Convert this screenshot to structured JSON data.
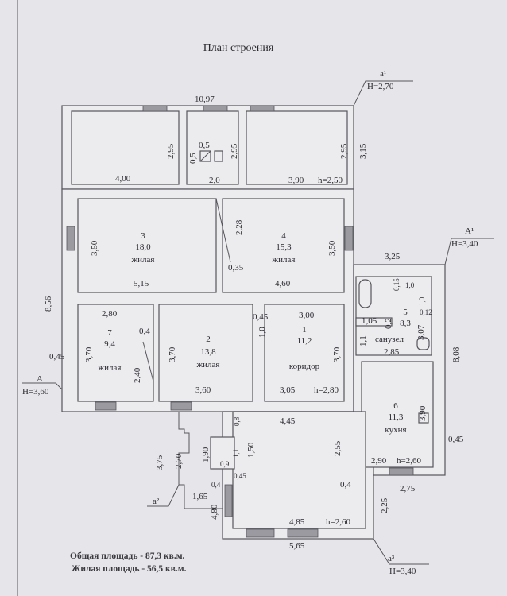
{
  "title": "План строения",
  "rooms": [
    {
      "number": "1",
      "area": "11,2",
      "name": "коридор"
    },
    {
      "number": "2",
      "area": "13,8",
      "name": "жилая"
    },
    {
      "number": "3",
      "area": "18,0",
      "name": "жилая"
    },
    {
      "number": "4",
      "area": "15,3",
      "name": "жилая"
    },
    {
      "number": "5",
      "area": "8,3",
      "name": "санузел"
    },
    {
      "number": "6",
      "area": "11,3",
      "name": "кухня"
    },
    {
      "number": "7",
      "area": "9,4",
      "name": "жилая"
    }
  ],
  "dims": [
    "10,97",
    "2,95",
    "4,00",
    "0,5",
    "0,5",
    "2,95",
    "2,0",
    "2,95",
    "3,90",
    "h=2,50",
    "3,15",
    "2,28",
    "3,50",
    "3,50",
    "0,35",
    "5,15",
    "4,60",
    "8,56",
    "2,80",
    "0,4",
    "0,45",
    "3,00",
    "1,0",
    "3,70",
    "3,70",
    "3,70",
    "2,40",
    "3,60",
    "3,05",
    "h=2,80",
    "0,45",
    "3,25",
    "1,05",
    "0,2",
    "1,1",
    "3,07",
    "2,85",
    "0,15",
    "1,0",
    "1,0",
    "0,12",
    "8,08",
    "3,90",
    "0,45",
    "2,90",
    "h=2,60",
    "2,75",
    "4,45",
    "0,8",
    "3,75",
    "2,70",
    "1,90",
    "1,1",
    "1,50",
    "0,9",
    "0,45",
    "2,55",
    "0,4",
    "0,4",
    "1,65",
    "4,80",
    "4,85",
    "h=2,60",
    "2,25",
    "5,65"
  ],
  "markers": [
    {
      "label": "a¹",
      "height": "H=2,70"
    },
    {
      "label": "A¹",
      "height": "H=3,40"
    },
    {
      "label": "A",
      "height": "H=3,60"
    },
    {
      "label": "a²"
    },
    {
      "label": "a³",
      "height": "H=3,40"
    }
  ],
  "totals": {
    "total_area": "Общая площадь - 87,3  кв.м.",
    "living_area": "Жилая площадь - 56,5 кв.м."
  }
}
